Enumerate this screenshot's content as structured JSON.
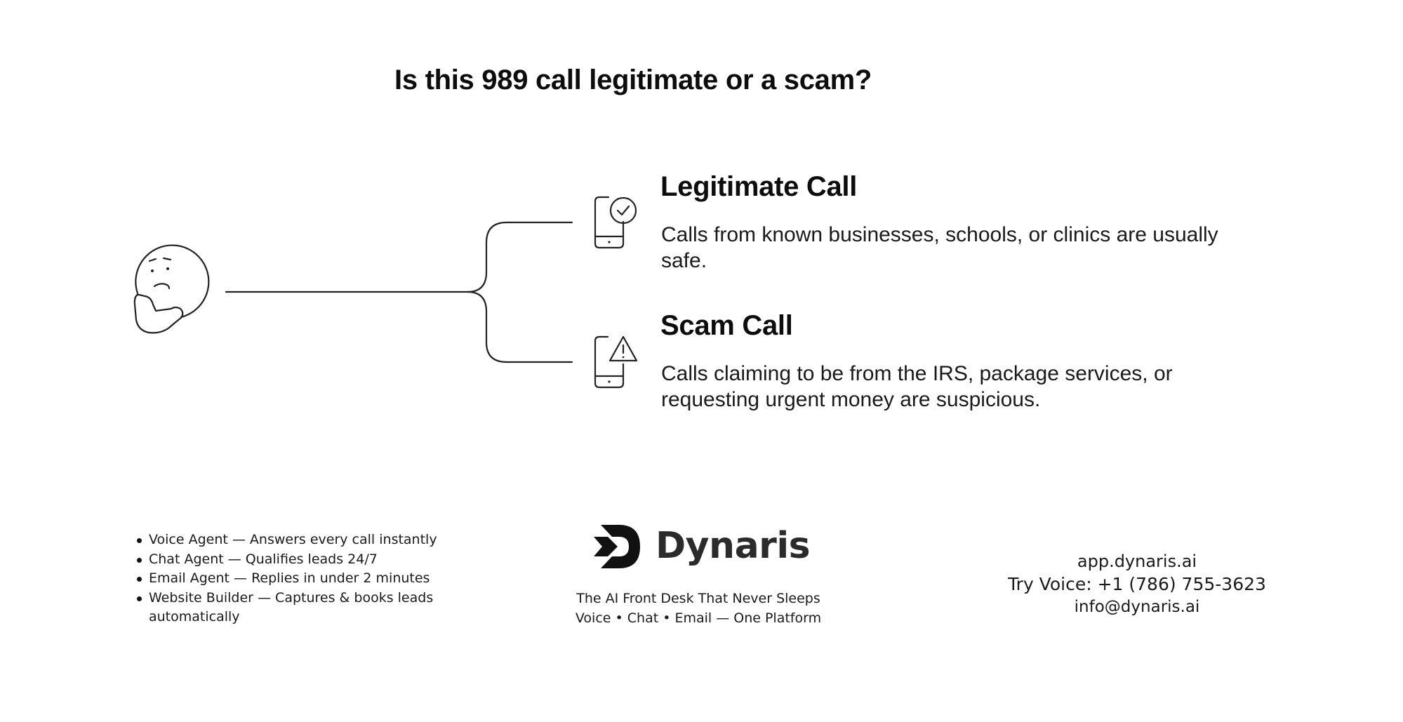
{
  "title": "Is this 989 call legitimate or a scam?",
  "diagram": {
    "root_icon": "thinking-face-icon",
    "branches": [
      {
        "heading": "Legitimate Call",
        "description": "Calls from known businesses, schools, or clinics are usually safe.",
        "icon": "phone-check-icon"
      },
      {
        "heading": "Scam Call",
        "description": "Calls claiming to be from the IRS, package services, or requesting urgent money are suspicious.",
        "icon": "phone-warning-icon"
      }
    ]
  },
  "footer": {
    "features": [
      "Voice Agent — Answers every call instantly",
      "Chat Agent — Qualifies leads 24/7",
      "Email Agent — Replies in under 2 minutes",
      " Website Builder — Captures & books leads automatically"
    ],
    "brand": {
      "name": "Dynaris",
      "logo_icon": "dynaris-logo-icon",
      "tagline_1": "The AI Front Desk That Never Sleeps",
      "tagline_2": "Voice • Chat • Email — One Platform"
    },
    "contact": {
      "website": "app.dynaris.ai",
      "phone": "Try Voice: +1 (786) 755-3623",
      "email": "info@dynaris.ai"
    }
  }
}
